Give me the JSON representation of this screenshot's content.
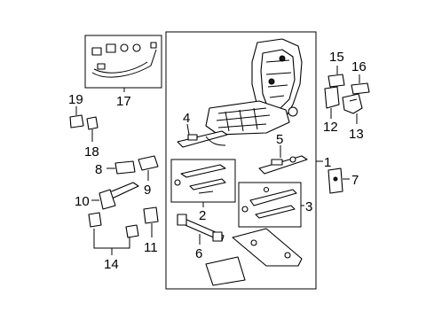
{
  "callouts": {
    "c1": "1",
    "c2": "2",
    "c3": "3",
    "c4": "4",
    "c5": "5",
    "c6": "6",
    "c7": "7",
    "c8": "8",
    "c9": "9",
    "c10": "10",
    "c11": "11",
    "c12": "12",
    "c13": "13",
    "c14": "14",
    "c15": "15",
    "c16": "16",
    "c17": "17",
    "c18": "18",
    "c19": "19"
  }
}
